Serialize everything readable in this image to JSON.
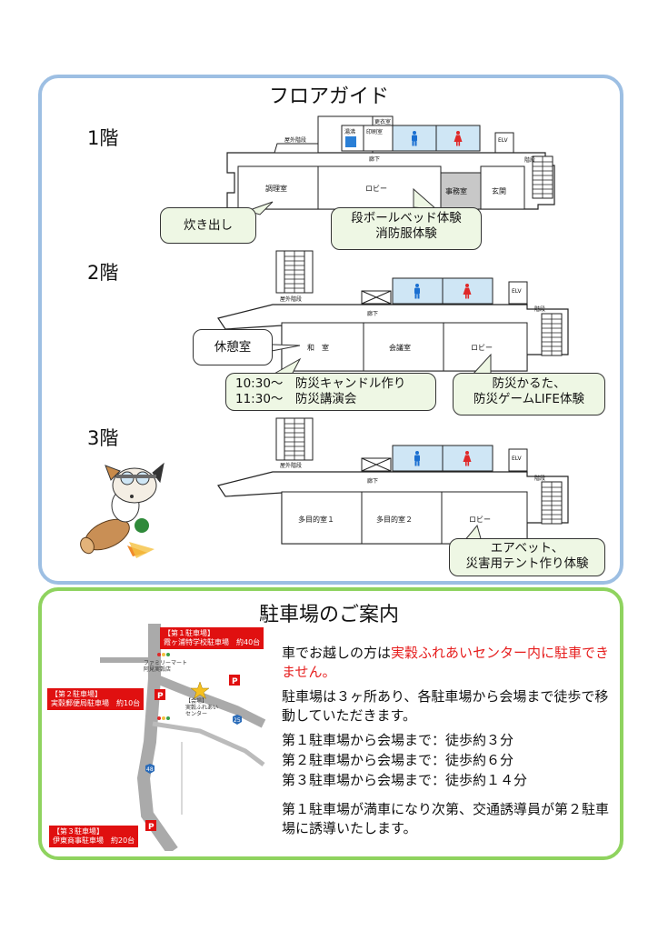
{
  "floor_guide": {
    "title": "フロアガイド",
    "floors": [
      {
        "label": "1階",
        "rooms": {
          "outdoor_stairs": "屋外階段",
          "kitchenette": "湯沸",
          "print_room": "印刷室",
          "changing_room": "更衣室",
          "corridor": "廊下",
          "elevator": "ELV",
          "stairs": "階段",
          "cooking_room": "調理室",
          "lobby": "ロビー",
          "office": "事務室",
          "entrance": "玄関"
        },
        "callouts": [
          "炊き出し",
          "段ボールベッド体験\n消防服体験"
        ]
      },
      {
        "label": "2階",
        "rooms": {
          "outdoor_stairs": "屋外階段",
          "corridor": "廊下",
          "elevator": "ELV",
          "stairs": "階段",
          "japanese_room": "和　室",
          "meeting_room": "会議室",
          "lobby": "ロビー"
        },
        "callouts": [
          "休憩室",
          "10:30～　防災キャンドル作り\n11:30～　防災講演会",
          "防災かるた、\n防災ゲームLIFE体験"
        ]
      },
      {
        "label": "3階",
        "rooms": {
          "outdoor_stairs": "屋外階段",
          "corridor": "廊下",
          "elevator": "ELV",
          "stairs": "階段",
          "multipurpose_1": "多目的室１",
          "multipurpose_2": "多目的室２",
          "lobby": "ロビー"
        },
        "callouts": [
          "エアベット、\n災害用テント作り体験"
        ]
      }
    ]
  },
  "parking": {
    "title": "駐車場のご案内",
    "notice_prefix": "車でお越しの方は",
    "notice_red": "実穀ふれあいセンター内に駐車できません。",
    "line2": "駐車場は３ヶ所あり、各駐車場から会場まで徒歩で移動していただきます。",
    "walk_times": [
      "第１駐車場から会場まで：徒歩約３分",
      "第２駐車場から会場まで：徒歩約６分",
      "第３駐車場から会場まで：徒歩約１４分"
    ],
    "line4": "第１駐車場が満車になり次第、交通誘導員が第２駐車場に誘導いたします。",
    "map": {
      "lot1": "【第１駐車場】\n霞ヶ浦特学校駐車場　約40台",
      "lot2": "【第２駐車場】\n実穀郵便局駐車場　約10台",
      "lot3": "【第３駐車場】\n伊東商事駐車場　約20台",
      "venue": "【会場】\n実穀ふれあい\nセンター",
      "store": "ファミリーマート\n阿見実穀店",
      "route_25": "25",
      "route_48": "48",
      "parking_mark": "P"
    }
  },
  "colors": {
    "floor_border": "#9dbfe3",
    "parking_border": "#8fd35f",
    "restroom_bg": "#cfe6f5",
    "male_icon": "#1a6fd1",
    "female_icon": "#e02828",
    "alert_red": "#e61e1e"
  }
}
